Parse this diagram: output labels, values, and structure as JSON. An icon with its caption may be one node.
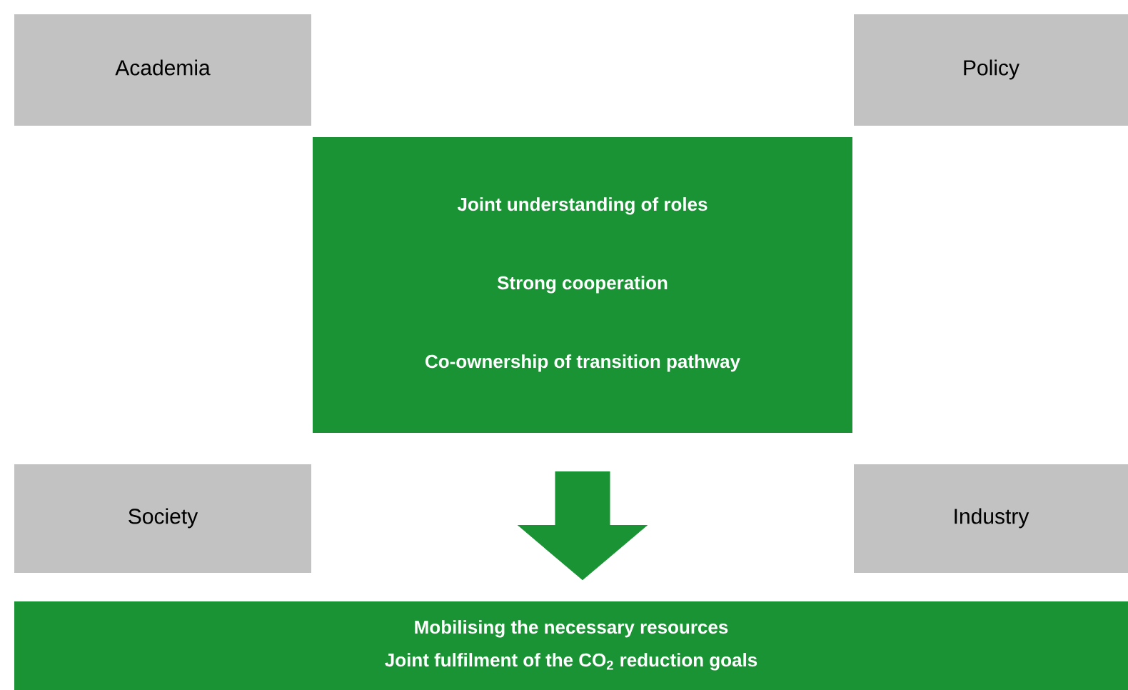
{
  "diagram": {
    "nodes": [
      {
        "text": [
          "Academia"
        ]
      },
      {
        "text": [
          "Policy"
        ]
      },
      {
        "text": [
          "Joint understanding of roles",
          "Strong cooperation",
          "Co-ownership of transition pathway"
        ]
      },
      {
        "text": [
          "Society"
        ]
      },
      {
        "text": [
          "Industry"
        ]
      },
      {
        "text": [
          "Mobilising the necessary resources",
          "Joint fulfilment of the CO$_{2}$ reduction goals"
        ]
      }
    ],
    "edges": [
      {
        "from": 2,
        "to": 5,
        "arrow": "to",
        "style": "thick"
      }
    ]
  }
}
